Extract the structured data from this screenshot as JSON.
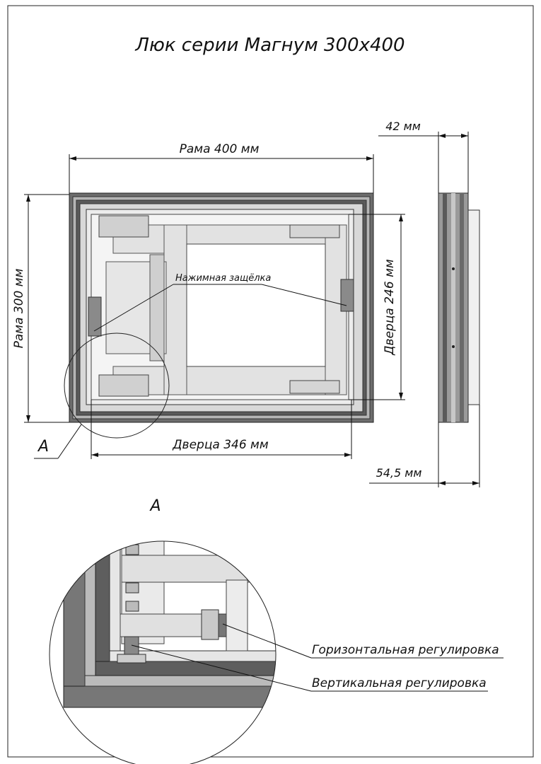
{
  "title": "Люк серии Магнум 300х400",
  "dimensions": {
    "frame_width": "Рама 400 мм",
    "frame_height": "Рама 300 мм",
    "door_height": "Дверца 246 мм",
    "door_width": "Дверца 346 мм",
    "depth_frame": "42 мм",
    "depth_total": "54,5 мм"
  },
  "callouts": {
    "latch": "Нажимная защёлка",
    "detail_marker": "A",
    "detail_title": "A",
    "horizontal_adjust": "Горизонтальная регулировка",
    "vertical_adjust": "Вертикальная регулировка"
  }
}
